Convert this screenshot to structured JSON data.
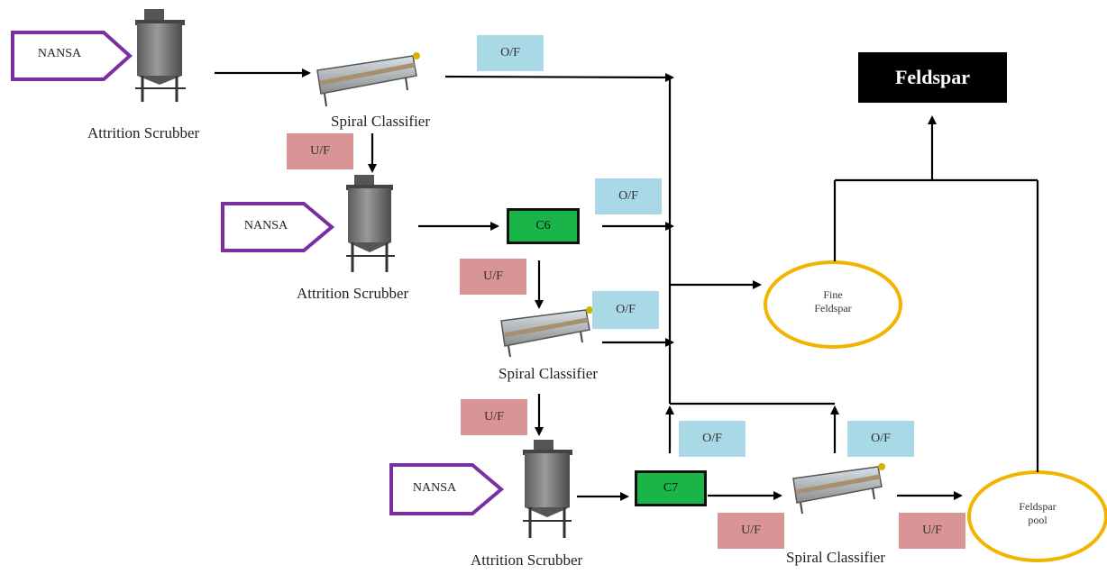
{
  "product": {
    "label": "Feldspar"
  },
  "reagent_label": "NANSA",
  "equipment": {
    "attrition_scrubber": "Attrition Scrubber",
    "spiral_classifier": "Spiral Classifier"
  },
  "nodes": {
    "c6": "C6",
    "c7": "C7",
    "fine_feldspar": {
      "line1": "Fine",
      "line2": "Feldspar"
    },
    "feldspar_pool": {
      "line1": "Feldspar",
      "line2": "pool"
    }
  },
  "flow_labels": {
    "overflow": "O/F",
    "underflow": "U/F"
  },
  "colors": {
    "overflow": "#a9d8e6",
    "underflow": "#d99595",
    "concentrate_node": "#19b548",
    "ellipse_outline": "#f2b400",
    "reagent_outline": "#7b2fa0"
  }
}
